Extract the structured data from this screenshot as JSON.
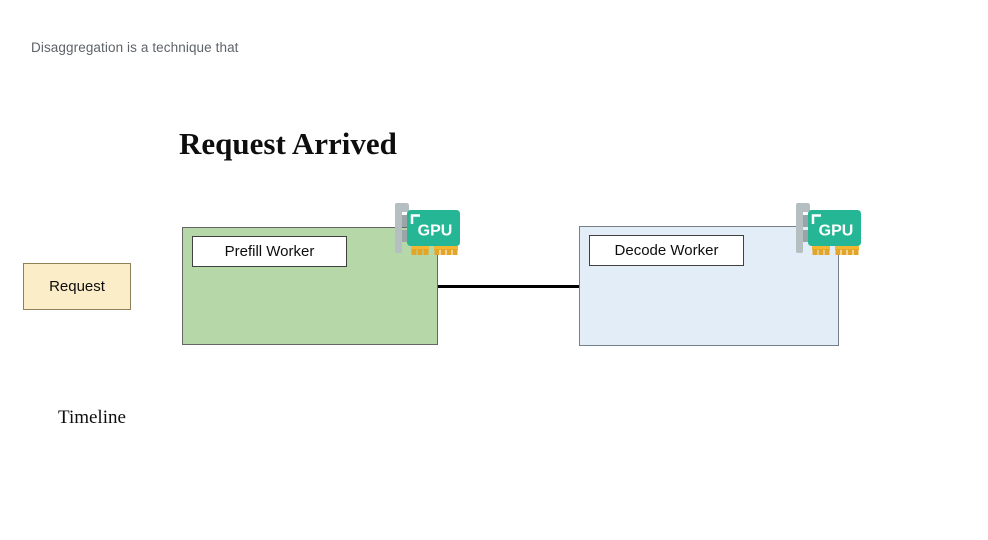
{
  "caption": {
    "text": "Disaggregation is a technique that"
  },
  "title": {
    "text": "Request Arrived"
  },
  "request": {
    "label": "Request"
  },
  "workers": {
    "prefill": {
      "label": "Prefill Worker"
    },
    "decode": {
      "label": "Decode Worker"
    }
  },
  "gpu": {
    "label": "GPU"
  },
  "timeline": {
    "text": "Timeline"
  },
  "colors": {
    "prefill_fill": "#b6d7a8",
    "prefill_border": "#666666",
    "decode_fill": "#e3edf8",
    "decode_border": "#75808a",
    "request_fill": "#fcedc9",
    "request_border": "#8f8157",
    "gpu_card": "#25b795",
    "gpu_bracket": "#b5bec0",
    "gpu_pins": "#f2b632",
    "connector": "#000000",
    "caption_text": "#5f6368",
    "title_text": "#0e0e0e"
  }
}
